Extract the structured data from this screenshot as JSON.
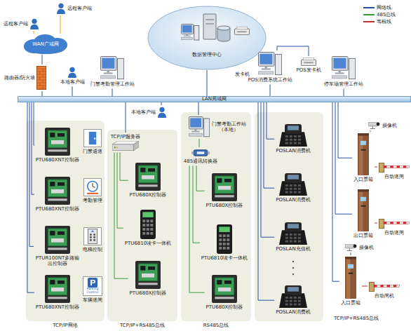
{
  "diagram": {
    "nodes": [
      {
        "text": [
          "远程客户端"
        ]
      },
      {
        "text": [
          "远程客户端"
        ]
      },
      {
        "text": [
          "WAN广域网"
        ]
      },
      {
        "text": [
          "路由器/防火墙"
        ]
      },
      {
        "text": [
          "本地客户端"
        ]
      },
      {
        "text": [
          "门禁考勤管理工作站"
        ]
      },
      {
        "text": [
          "数据管理中心"
        ]
      },
      {
        "text": [
          "发卡机"
        ],
        "in": 6
      },
      {
        "text": [
          "POS消费系统工作站"
        ]
      },
      {
        "text": [
          "POS发卡机"
        ]
      },
      {
        "text": [
          "停车场管理工作站"
        ]
      },
      {
        "text": [
          "LAN局域网"
        ]
      },
      {
        "text": [
          "TCP/IP网络"
        ]
      },
      {
        "text": [
          "PTU680XNT控制器"
        ],
        "in": 12
      },
      {
        "text": [
          "门禁通道"
        ],
        "in": 12
      },
      {
        "text": [
          "PTU680XNT控制器"
        ],
        "in": 12
      },
      {
        "text": [
          "考勤管理"
        ],
        "in": 12
      },
      {
        "text": [
          "PTUR100NT多路输出控制器"
        ],
        "in": 12
      },
      {
        "text": [
          "电梯控制"
        ],
        "in": 12
      },
      {
        "text": [
          "PTU680XNT控制器"
        ],
        "in": 12
      },
      {
        "text": [
          "Parking Control",
          "车辆道闸"
        ],
        "in": 12
      },
      {
        "text": [
          "本地客户端"
        ]
      },
      {
        "text": [
          "TCP/IP+RS485总线"
        ]
      },
      {
        "text": [
          "TCP/IP服务器"
        ],
        "in": 22
      },
      {
        "text": [
          "PTU680X控制器"
        ],
        "in": 22
      },
      {
        "text": [
          "PTU6810读卡一体机"
        ],
        "in": 22
      },
      {
        "text": [
          "PTU680X控制器"
        ],
        "in": 22
      },
      {
        "text": [
          "RS485总线"
        ]
      },
      {
        "text": [
          "门禁考勤工作站（本地）"
        ],
        "in": 27
      },
      {
        "text": [
          "485通讯转换器"
        ],
        "in": 27
      },
      {
        "text": [
          "PTU680X控制器"
        ],
        "in": 27
      },
      {
        "text": [
          "PTU6810读卡一体机"
        ],
        "in": 27
      },
      {
        "text": [
          "PTU680X控制器"
        ],
        "in": 27
      },
      {
        "text": [
          "POSLAN消费机"
        ]
      },
      {
        "text": [
          "POSLAN消费机"
        ]
      },
      {
        "text": [
          "POSLAN充值机"
        ]
      },
      {
        "text": [
          "POSLAN消费机"
        ]
      },
      {
        "text": [
          "摄像机"
        ]
      },
      {
        "text": [
          "入口票箱"
        ]
      },
      {
        "text": [
          "自动道闸"
        ]
      },
      {
        "text": [
          "出口票箱"
        ]
      },
      {
        "text": [
          "摄像机"
        ]
      },
      {
        "text": [
          "自动道闸"
        ]
      },
      {
        "text": [
          "入口票箱"
        ]
      },
      {
        "text": [
          "自动闸机"
        ]
      }
    ],
    "edges": [
      {
        "from": 0,
        "to": 2,
        "arrow": "none"
      },
      {
        "from": 1,
        "to": 2,
        "arrow": "none"
      },
      {
        "from": 2,
        "to": 3,
        "arrow": "none"
      },
      {
        "from": 3,
        "to": 11,
        "arrow": "none"
      },
      {
        "from": 4,
        "to": 11,
        "arrow": "none"
      },
      {
        "from": 5,
        "to": 11,
        "arrow": "none"
      },
      {
        "from": 6,
        "to": 11,
        "arrow": "none"
      },
      {
        "from": 8,
        "to": 11,
        "arrow": "none"
      },
      {
        "from": 8,
        "to": 9,
        "arrow": "none"
      },
      {
        "from": 10,
        "to": 11,
        "arrow": "none"
      },
      {
        "from": 11,
        "to": 13,
        "arrow": "none"
      },
      {
        "from": 11,
        "to": 15,
        "arrow": "none"
      },
      {
        "from": 11,
        "to": 17,
        "arrow": "none"
      },
      {
        "from": 11,
        "to": 19,
        "arrow": "none"
      },
      {
        "from": 21,
        "to": 11,
        "arrow": "none"
      },
      {
        "from": 11,
        "to": 23,
        "arrow": "none"
      },
      {
        "from": 23,
        "to": 24,
        "arrow": "none"
      },
      {
        "from": 23,
        "to": 25,
        "arrow": "none"
      },
      {
        "from": 23,
        "to": 26,
        "arrow": "none"
      },
      {
        "from": 11,
        "to": 28,
        "arrow": "none"
      },
      {
        "from": 28,
        "to": 29,
        "arrow": "none"
      },
      {
        "from": 29,
        "to": 30,
        "arrow": "none"
      },
      {
        "from": 29,
        "to": 31,
        "arrow": "none"
      },
      {
        "from": 29,
        "to": 32,
        "arrow": "none"
      },
      {
        "from": 11,
        "to": 33,
        "arrow": "none"
      },
      {
        "from": 11,
        "to": 34,
        "arrow": "none"
      },
      {
        "from": 11,
        "to": 35,
        "arrow": "none"
      },
      {
        "from": 11,
        "to": 36,
        "arrow": "none"
      },
      {
        "from": 11,
        "to": 38,
        "arrow": "none"
      },
      {
        "from": 11,
        "to": 40,
        "arrow": "none"
      },
      {
        "from": 11,
        "to": 43,
        "arrow": "none"
      },
      {
        "from": 37,
        "to": 38,
        "arrow": "none"
      },
      {
        "from": 38,
        "to": 39,
        "arrow": "none"
      },
      {
        "from": 40,
        "to": 42,
        "arrow": "none"
      },
      {
        "from": 41,
        "to": 43,
        "arrow": "none"
      },
      {
        "from": 43,
        "to": 44,
        "arrow": "none"
      }
    ],
    "labels": [
      "TCP/IP+RS485总线"
    ],
    "legend": [
      {
        "text": "网络线",
        "color": "#2a4ea6"
      },
      {
        "text": "485总线",
        "color": "#3a9a3a"
      },
      {
        "text": "韦根线",
        "color": "#c03030"
      }
    ]
  }
}
